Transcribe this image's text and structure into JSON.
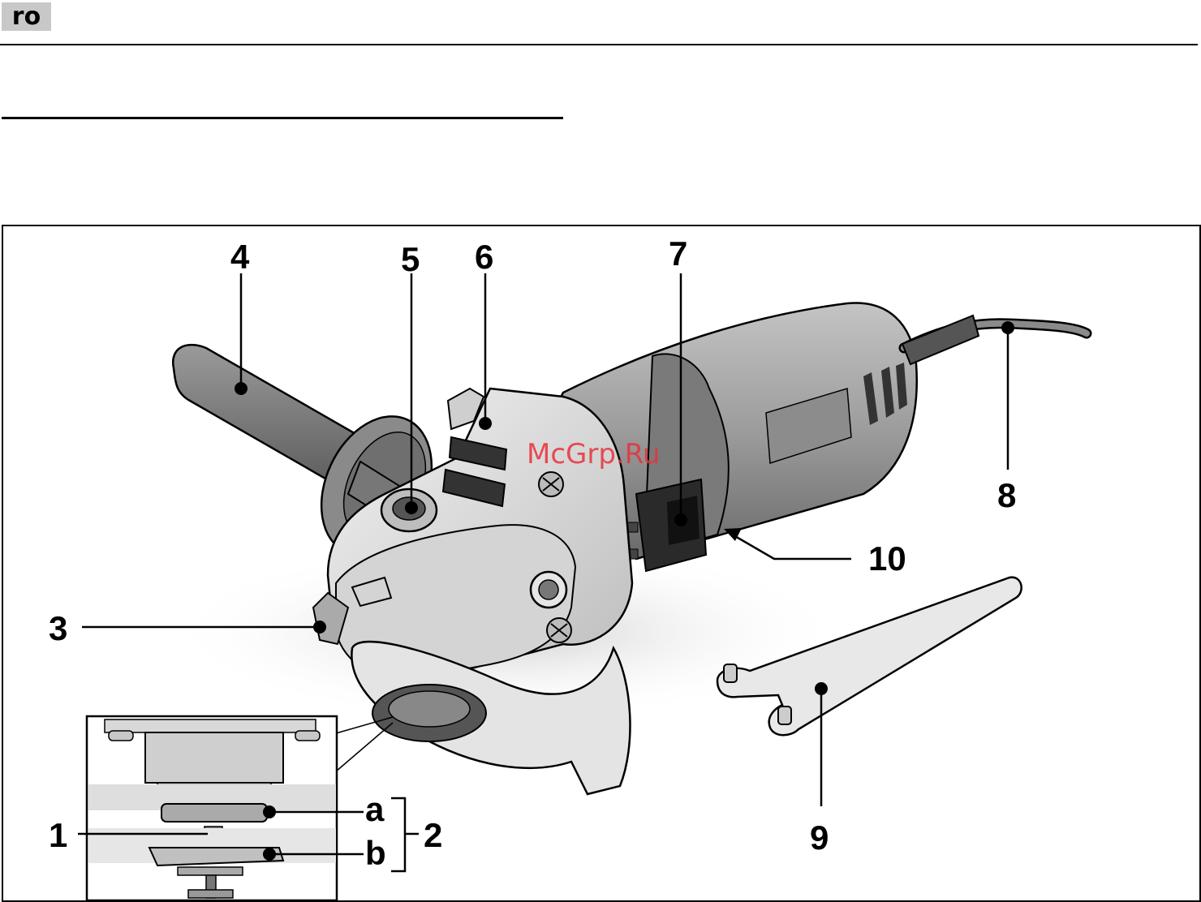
{
  "header": {
    "lang_code": "ro"
  },
  "figure": {
    "watermark": "McGrp.Ru",
    "callouts": {
      "c1": "1",
      "c2": "2",
      "c3": "3",
      "c4": "4",
      "c5": "5",
      "c6": "6",
      "c7": "7",
      "c8": "8",
      "c9": "9",
      "c10": "10",
      "ca": "a",
      "cb": "b"
    },
    "colors": {
      "body_dark": "#6e6e6e",
      "body_mid": "#9a9a9a",
      "body_light": "#d8d8d8",
      "ink": "#000000"
    }
  }
}
